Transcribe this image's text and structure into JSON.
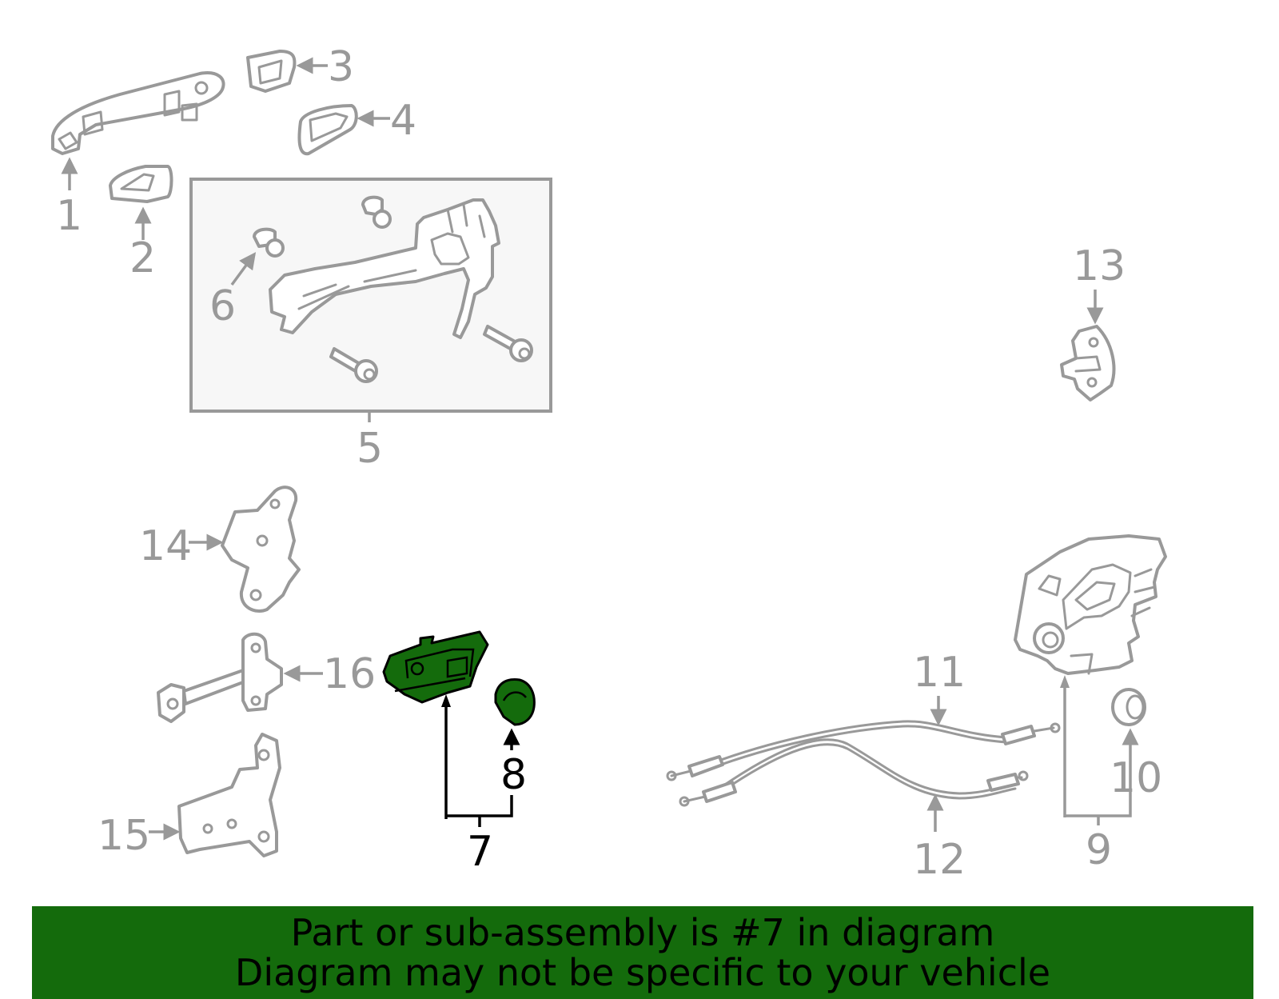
{
  "callouts": {
    "c1": "1",
    "c2": "2",
    "c3": "3",
    "c4": "4",
    "c5": "5",
    "c6": "6",
    "c7": "7",
    "c8": "8",
    "c9": "9",
    "c10": "10",
    "c11": "11",
    "c12": "12",
    "c13": "13",
    "c14": "14",
    "c15": "15",
    "c16": "16"
  },
  "highlight": {
    "part": "7",
    "color": "#146b0c"
  },
  "banner": {
    "line1": "Part or sub-assembly is #7 in diagram",
    "line2": "Diagram may not be specific to your vehicle",
    "color": "#146b0c"
  }
}
